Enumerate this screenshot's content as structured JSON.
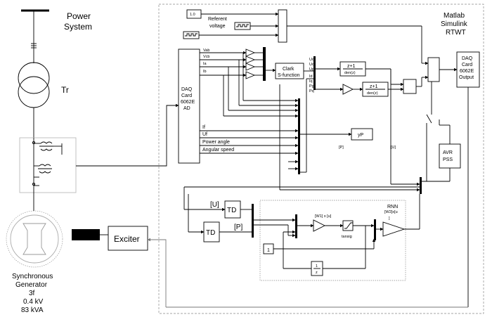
{
  "power_side": {
    "power_system": [
      "Power",
      "System"
    ],
    "transformer": "Tr",
    "exciter": "Exciter",
    "generator": [
      "Synchronous",
      "Generator",
      "3f",
      "0.4 kV",
      "83 kVA"
    ]
  },
  "simulink": {
    "title": [
      "Matlab",
      "Simulink",
      "RTWT"
    ],
    "ref_const": "1.0",
    "ref_label": [
      "Referent",
      "voltage"
    ],
    "daq_in": [
      "DAQ",
      "Card",
      "6062E",
      "AD"
    ],
    "daq_out": [
      "DAQ",
      "Card",
      "6062E",
      "Output"
    ],
    "daq_ports": [
      "Vab",
      "Vcb",
      "Ia",
      "Ib"
    ],
    "clark": [
      "Clark",
      "S-function"
    ],
    "clark_out": [
      "Ud",
      "Uq",
      "Up",
      "Id",
      "Iq",
      "Pg",
      "Pq"
    ],
    "tf_num": "z+1",
    "tf_den": "den(z)",
    "signals": [
      "If",
      "Uf",
      "Power angle",
      "Angular speed"
    ],
    "yp": "yP",
    "p_tag": "[P]",
    "u_tag": "[U]",
    "avr": [
      "AVR",
      "PSS"
    ],
    "td": "TD",
    "u_goto": "[U]",
    "p_goto": "[P]"
  },
  "rnn": {
    "title": "RNN",
    "w1": "[W1] x [u]",
    "w2": [
      "[W2]x[u",
      "]"
    ],
    "tansig": "tansig",
    "const": "1",
    "delay_num": "1",
    "delay_den": "z"
  }
}
